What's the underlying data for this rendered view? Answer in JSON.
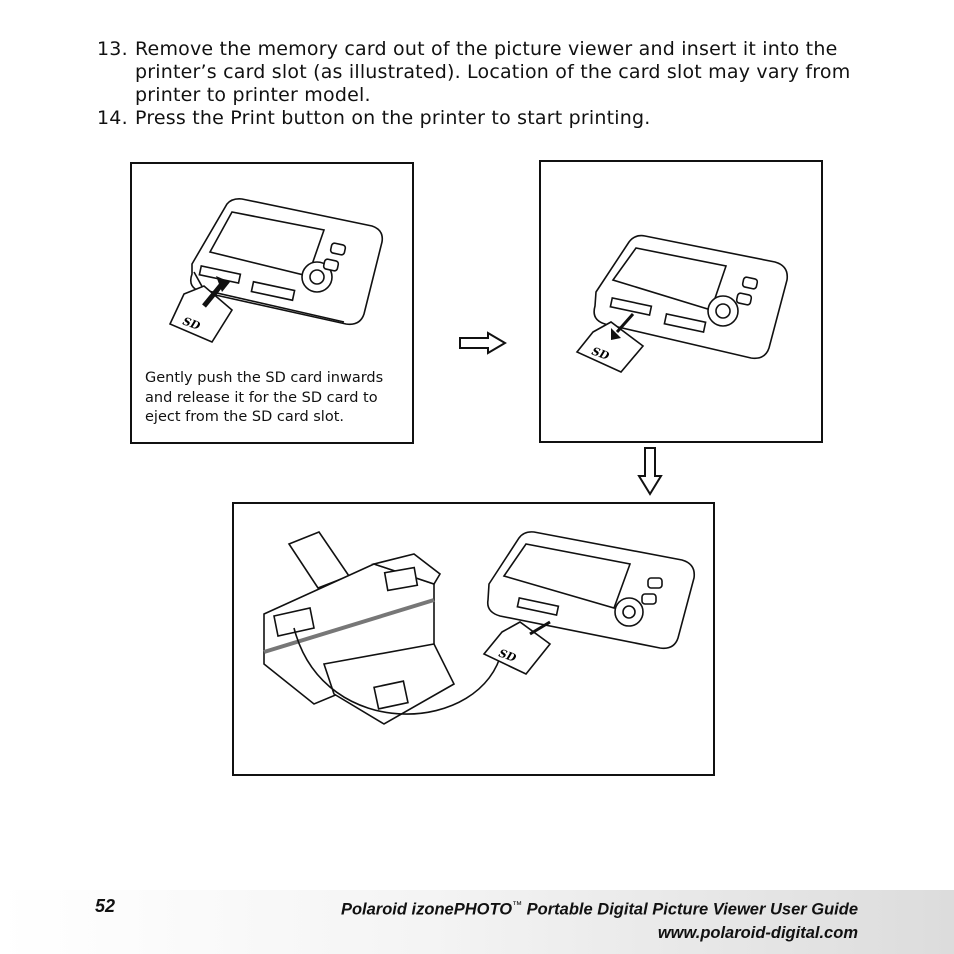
{
  "steps": [
    {
      "number": "13.",
      "text": "Remove the memory card out of the picture viewer and insert it into the printer’s card slot (as illustrated). Location of the card slot may vary from printer to printer model."
    },
    {
      "number": "14.",
      "text": "Press the Print button on the printer to start printing."
    }
  ],
  "panels": {
    "eject": {
      "caption": "Gently push the SD card inwards and release it for the SD card to eject from the SD card slot.",
      "card_label": "SD"
    },
    "removed": {
      "card_label": "SD"
    },
    "printer": {
      "card_label": "SD"
    }
  },
  "footer": {
    "page_number": "52",
    "title": "Polaroid izonePHOTO",
    "trademark": "™",
    "title_rest": " Portable Digital Picture Viewer User Guide",
    "url": "www.polaroid-digital.com"
  },
  "icons": [
    "right-arrow-icon",
    "down-arrow-icon",
    "viewer-device-icon",
    "sd-card-icon",
    "printer-icon"
  ]
}
